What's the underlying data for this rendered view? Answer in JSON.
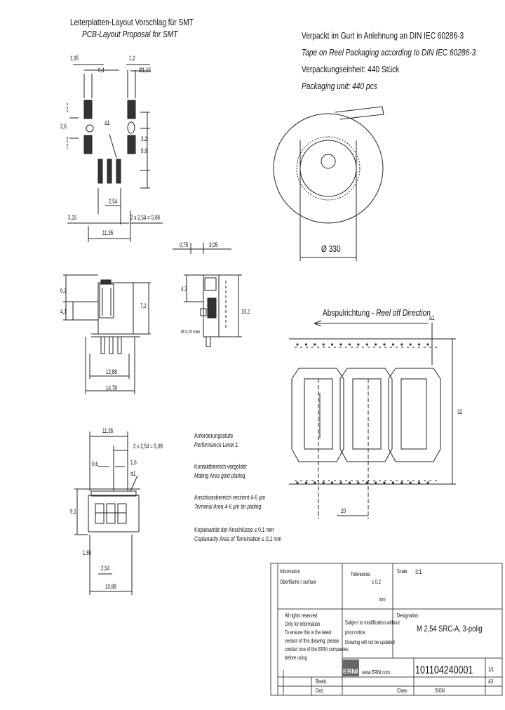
{
  "layout_proposal": {
    "title_de": "Leiterplatten-Layout Vorschlag für SMT",
    "title_en": "PCB-Layout Proposal for SMT"
  },
  "packaging": {
    "line1_de": "Verpackt im Gurt in Anlehnung an DIN IEC 60286-3",
    "line1_en": "Tape on Reel Packaging according to DIN IEC 60286-3",
    "line2_de": "Verpackungseinheit:  440 Stück",
    "line2_en": "Packaging unit:  440 pcs",
    "reel_diameter": "Ø 330",
    "reel_off_de": "Abspulrichtung - ",
    "reel_off_en": "Reel off Direction",
    "a1": "a1",
    "tape_width": "32",
    "pitch": "20"
  },
  "dims_layout": {
    "d1_95": "1,95",
    "d1_2": "1,2",
    "d0_4": "0,4",
    "d1_15": "Ø1,15",
    "d2_6": "2,6",
    "d3_2": "3,2",
    "d5_9": "5,9",
    "d2_54": "2,54",
    "d2x254": "2 x 2,54 = 5,08",
    "d3_15": "3,15",
    "d11_35": "11,35",
    "a1": "a1"
  },
  "dims_side": {
    "d0_75": "0,75",
    "d3_05": "3,05",
    "d4_7": "4,7",
    "d10_2": "10,2",
    "d0_15": "Ø 0,15 max",
    "d6_2": "6,2",
    "d4_1": "4,1",
    "d7_2": "7,2",
    "d12_88": "12,88",
    "d14_78": "14,78"
  },
  "dims_bottom": {
    "d11_35": "11,35",
    "d2x254": "2 x 2,54 = 5,08",
    "d0_6": "0,6",
    "d1_6": "1,6",
    "d9_1": "9,1",
    "d1_85": "1,85",
    "d2_54": "2,54",
    "d10_88": "10,88",
    "a1": "a1"
  },
  "notes": [
    {
      "de": "Anforderungsstufe",
      "en": "Performance Level 1"
    },
    {
      "de": "Kontaktbereich vergoldet",
      "en": "Mating Area gold plating"
    },
    {
      "de": "Anschlussbereich verzinnt 4-6 µm",
      "en": "Terminal Area 4-6 µm tin plating"
    },
    {
      "de": "Koplanarität der Anschlüsse ≤ 0,1 mm",
      "en": "Coplanarity Area of Termination ≤ 0,1 mm"
    }
  ],
  "title_block": {
    "information": "Information",
    "surface": "Oberfläche / surface",
    "tolerances": "Tolerances",
    "tol_symbol": "± 0,2",
    "tol_note": "mm",
    "scale_label": "Scale",
    "scale_value": "3:1",
    "rights": "All rights reserved",
    "only_info": "Only for information",
    "latest1": "To ensure this is the latest",
    "latest2": "version of this drawing, please",
    "latest3": "contact one of the ERNI companies",
    "latest4": "before using",
    "subject1": "Subject to modification without",
    "subject2": "prior notice",
    "subject3": "Drawing will not be updated",
    "designation_label": "Designation",
    "designation": "M 2,54 SRC-A, 3-polig",
    "logo": "ERNI",
    "website": "www.ERNI.com",
    "part_number": "101104240001",
    "sheet": "1/1",
    "format": "A3",
    "row_label1": "Bearb.",
    "row_label2": "Gez.",
    "class_label": "Class",
    "sign_label": "SIGN"
  }
}
